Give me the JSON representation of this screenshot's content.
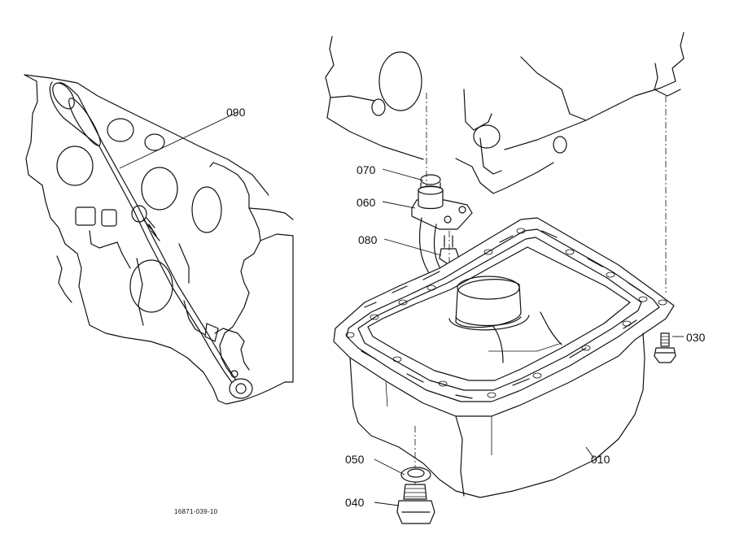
{
  "callouts": {
    "p010": "010",
    "p030": "030",
    "p040": "040",
    "p050": "050",
    "p060": "060",
    "p070": "070",
    "p080": "080",
    "p090": "090"
  },
  "drawing_number": "16871-039-10"
}
